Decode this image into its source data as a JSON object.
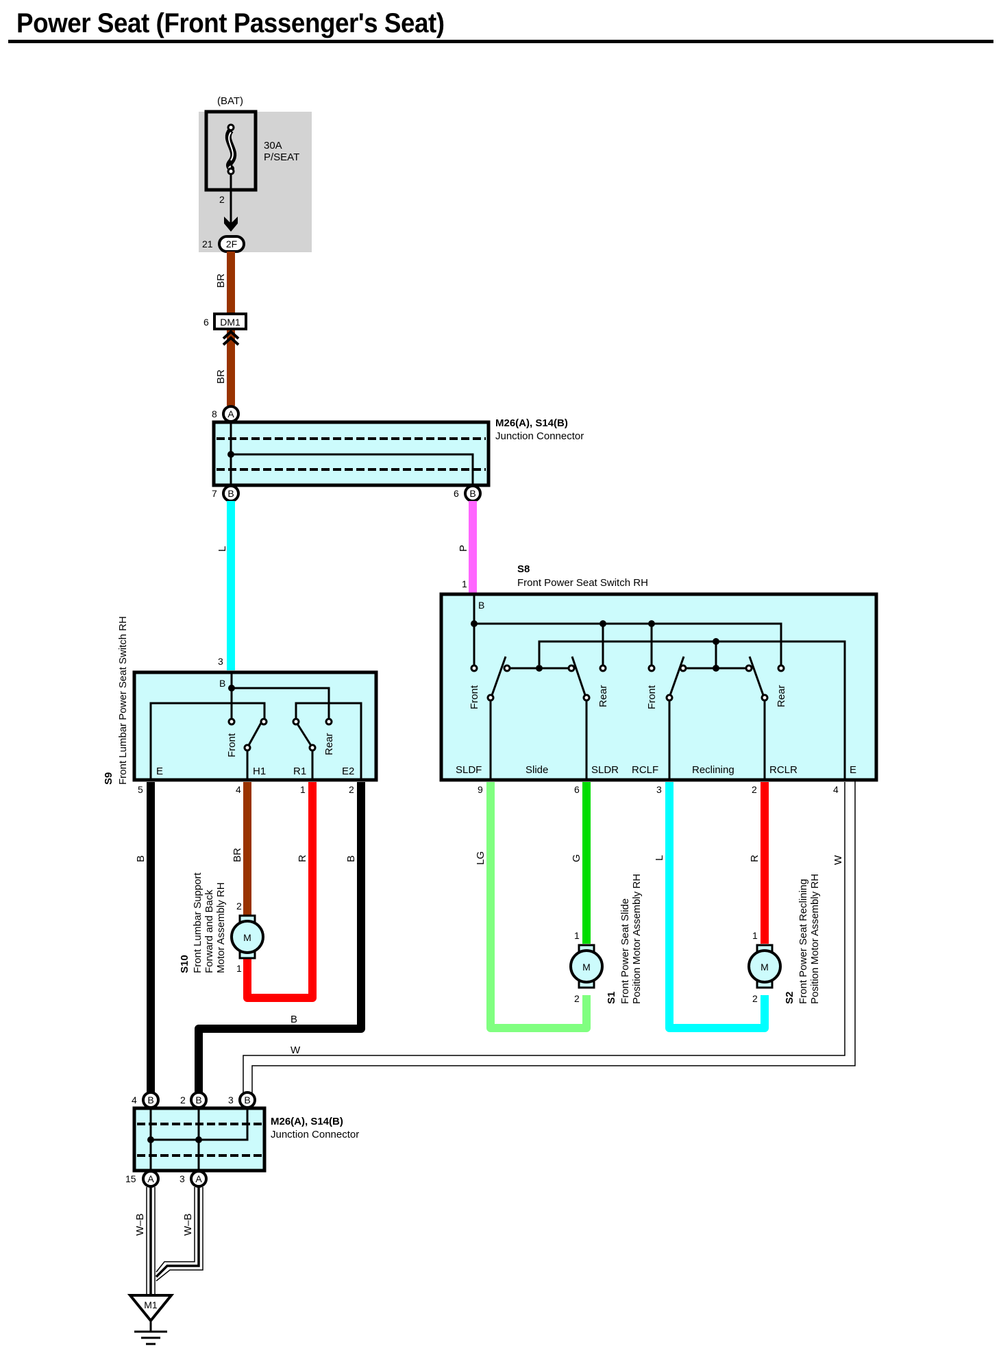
{
  "title": "Power Seat (Front Passenger's Seat)",
  "colors": {
    "component_fill": "#ccfbfc",
    "fuse_area_fill": "#d3d3d3",
    "wire_BR": "#993300",
    "wire_L": "#00ffff",
    "wire_P": "#ff66ff",
    "wire_R": "#ff0000",
    "wire_B": "#000000",
    "wire_LG": "#80ff80",
    "wire_G": "#00dd00",
    "wire_W": "#ffffff"
  },
  "fuse": {
    "source": "(BAT)",
    "rating": "30A",
    "name": "P/SEAT",
    "pin": "2",
    "connector": "2F",
    "connector_pin": "21"
  },
  "dm1": {
    "name": "DM1",
    "pin": "6"
  },
  "wires": {
    "br_top": "BR",
    "br_bottom": "BR",
    "l_to_s9": "L",
    "p_to_s8": "P",
    "s9_e": "B",
    "s9_h1": "BR",
    "s9_r1": "R",
    "s9_e2": "B",
    "s8_sldf": "LG",
    "s8_sldr": "G",
    "s8_rclf": "L",
    "s8_rclr": "R",
    "s8_e": "W",
    "ground_b": "B",
    "ground_w": "W",
    "ground_wb1": "W–B",
    "ground_wb2": "W–B"
  },
  "junction_top": {
    "name": "M26(A), S14(B)",
    "desc": "Junction Connector",
    "pin_in": {
      "num": "8",
      "letter": "A"
    },
    "pin_out1": {
      "num": "7",
      "letter": "B"
    },
    "pin_out2": {
      "num": "6",
      "letter": "B"
    }
  },
  "junction_bottom": {
    "name": "M26(A), S14(B)",
    "desc": "Junction Connector",
    "pins_top": [
      {
        "num": "4",
        "letter": "B"
      },
      {
        "num": "2",
        "letter": "B"
      },
      {
        "num": "3",
        "letter": "B"
      }
    ],
    "pins_bottom": [
      {
        "num": "15",
        "letter": "A"
      },
      {
        "num": "3",
        "letter": "A"
      }
    ]
  },
  "s9": {
    "id": "S9",
    "name": "Front Lumbar Power Seat Switch RH",
    "pin_in": "3",
    "b_label": "B",
    "terminals": [
      "E",
      "H1",
      "R1",
      "E2"
    ],
    "terminal_pins": [
      "5",
      "4",
      "1",
      "2"
    ],
    "front": "Front",
    "rear": "Rear"
  },
  "s8": {
    "id": "S8",
    "name": "Front Power Seat Switch RH",
    "pin_in": "1",
    "b_label": "B",
    "terminals": [
      "SLDF",
      "Slide",
      "SLDR",
      "RCLF",
      "Reclining",
      "RCLR",
      "E"
    ],
    "terminal_pins": [
      "9",
      "6",
      "3",
      "2",
      "4"
    ],
    "front": "Front",
    "rear": "Rear"
  },
  "s10": {
    "id": "S10",
    "line1": "Front Lumbar Support",
    "line2": "Forward and Back",
    "line3": "Motor Assembly RH",
    "pin_top": "2",
    "pin_bottom": "1",
    "symbol": "M"
  },
  "s1": {
    "id": "S1",
    "line1": "Front Power Seat Slide",
    "line2": "Position Motor Assembly RH",
    "pin_top": "1",
    "pin_bottom": "2",
    "symbol": "M"
  },
  "s2": {
    "id": "S2",
    "line1": "Front Power Seat Reclining",
    "line2": "Position Motor Assembly RH",
    "pin_top": "1",
    "pin_bottom": "2",
    "symbol": "M"
  },
  "ground": {
    "name": "M1"
  }
}
